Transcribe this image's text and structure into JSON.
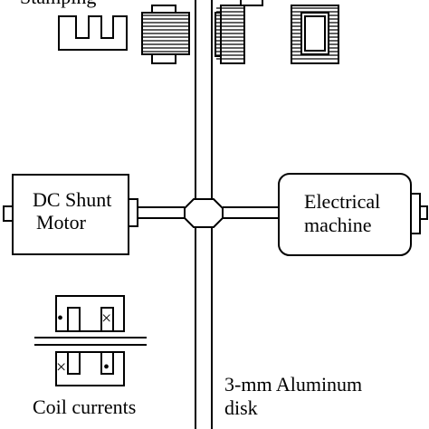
{
  "labels": {
    "top_partial": "Stamping",
    "motor_line1": "DC Shunt",
    "motor_line2": "Motor",
    "machine_line1": "Electrical",
    "machine_line2": "machine",
    "coil_currents": "Coil currents",
    "disk_line1": "3-mm Aluminum",
    "disk_line2": "disk"
  },
  "symbols": {
    "coil_dot": "•",
    "coil_cross": "×"
  }
}
